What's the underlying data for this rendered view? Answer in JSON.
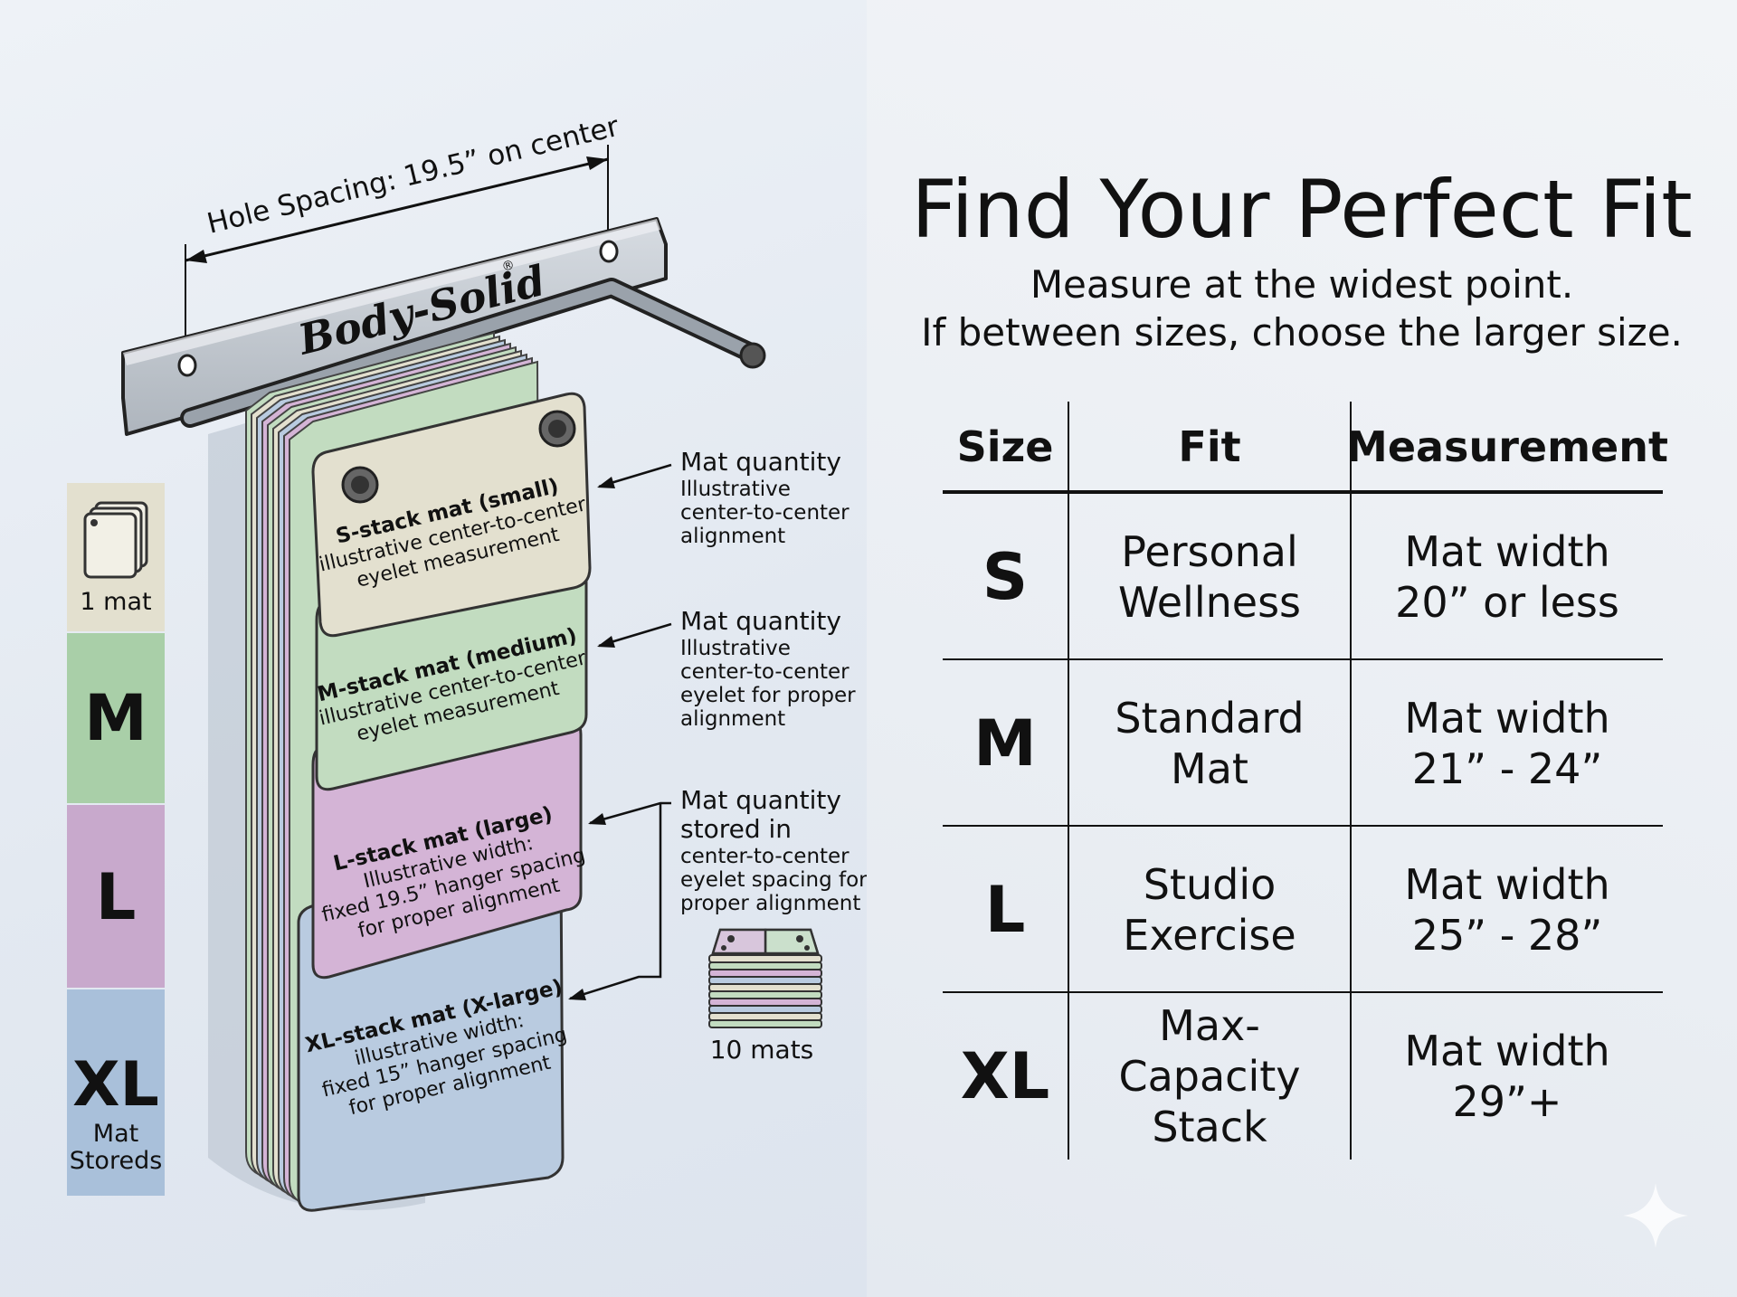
{
  "diagram": {
    "hole_spacing_label": "Hole Spacing: 19.5” on center",
    "brand": "Body-Solid",
    "brand_reg": "®",
    "mats": [
      {
        "id": "s",
        "lines": [
          "S-stack mat (small)",
          "illustrative center-to-center",
          "eyelet measurement"
        ],
        "color": "#e3e0cf"
      },
      {
        "id": "m",
        "lines": [
          "M-stack mat (medium)",
          "illustrative center-to-center",
          "eyelet measurement"
        ],
        "color": "#c2dcc0"
      },
      {
        "id": "l",
        "lines": [
          "L-stack mat (large)",
          "Illustrative width:",
          "fixed 19.5” hanger spacing",
          "for proper alignment"
        ],
        "color": "#d4b4d6"
      },
      {
        "id": "xl",
        "lines": [
          "XL-stack mat (X-large)",
          "illustrative width:",
          "fixed 15” hanger spacing",
          "for proper alignment"
        ],
        "color": "#b9cbe0"
      }
    ],
    "callouts": [
      {
        "id": "c1",
        "title": "Mat quantity",
        "lines": [
          "Illustrative",
          "center-to-center",
          "alignment"
        ]
      },
      {
        "id": "c2",
        "title": "Mat quantity",
        "lines": [
          "Illustrative",
          "center-to-center",
          "eyelet for proper",
          "alignment"
        ]
      },
      {
        "id": "c3",
        "title": "Mat quantity",
        "title2": "stored in",
        "lines": [
          "center-to-center",
          "eyelet spacing for",
          "proper alignment"
        ]
      }
    ],
    "stack_icon_label": "10 mats",
    "legend": [
      {
        "id": "s",
        "label": "1 mat",
        "color": "#e3e0cf"
      },
      {
        "id": "m",
        "label": "M",
        "color": "#a9cfa8"
      },
      {
        "id": "l",
        "label": "L",
        "color": "#c8a9cc"
      },
      {
        "id": "xl",
        "label": "XL",
        "sub1": "Mat",
        "sub2": "Storeds",
        "color": "#a9c0da"
      }
    ]
  },
  "fit": {
    "title": "Find Your Perfect Fit",
    "subtitle_1": "Measure at the widest point.",
    "subtitle_2": "If between sizes, choose the larger size.",
    "headers": {
      "size": "Size",
      "fit": "Fit",
      "measurement": "Measurement"
    },
    "rows": [
      {
        "size": "S",
        "fit_1": "Personal",
        "fit_2": "Wellness",
        "meas_1": "Mat width",
        "meas_2": "20” or less"
      },
      {
        "size": "M",
        "fit_1": "Standard",
        "fit_2": "Mat",
        "meas_1": "Mat width",
        "meas_2": "21” - 24”"
      },
      {
        "size": "L",
        "fit_1": "Studio",
        "fit_2": "Exercise",
        "meas_1": "Mat width",
        "meas_2": "25” - 28”"
      },
      {
        "size": "XL",
        "fit_1": "Max-Capacity",
        "fit_2": "Stack",
        "meas_1": "Mat width",
        "meas_2": "29”+"
      }
    ]
  }
}
